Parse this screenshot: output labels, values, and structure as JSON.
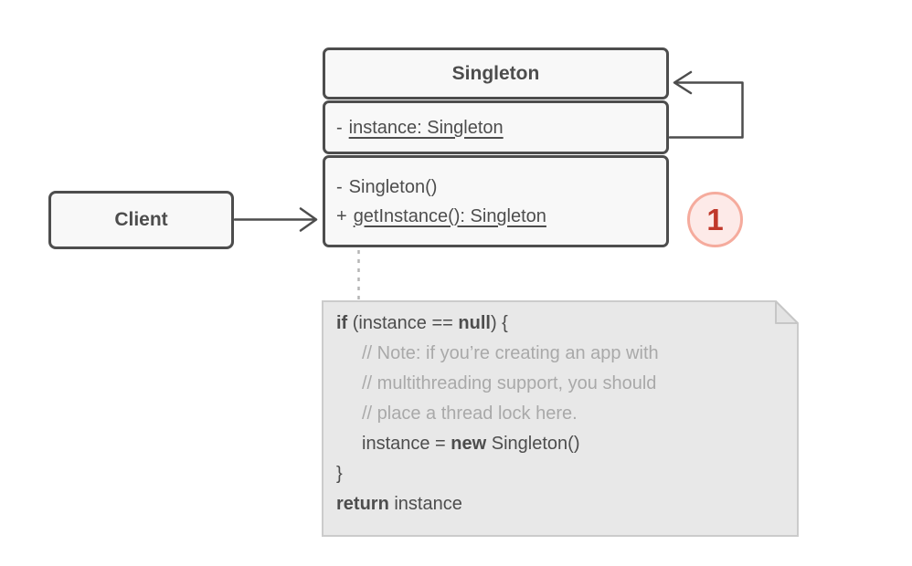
{
  "colors": {
    "ink": "#4d4d4d",
    "box_fill": "#f8f8f8",
    "page_bg": "#ffffff",
    "note_bg": "#e8e8e8",
    "note_border": "#cbcbcb",
    "comment_text": "#a9a9a9",
    "badge_bg": "#fdeae8",
    "badge_border": "#f5ab9d",
    "badge_text": "#c0392b",
    "connector_dash": "#b5b5b5"
  },
  "client": {
    "label": "Client"
  },
  "singleton": {
    "title": "Singleton",
    "fields": [
      {
        "prefix": "-",
        "name": "instance: Singleton"
      }
    ],
    "methods": [
      {
        "prefix": "-",
        "name": "Singleton()"
      },
      {
        "prefix": "+",
        "name": "getInstance(): Singleton"
      }
    ]
  },
  "badge": {
    "label": "1"
  },
  "note": {
    "l1": [
      "if",
      " (instance == ",
      "null",
      ") {"
    ],
    "l2": "// Note: if you’re creating an app with",
    "l3": "// multithreading support, you should",
    "l4": "// place a thread lock here.",
    "l5": [
      "instance = ",
      "new",
      " Singleton()"
    ],
    "l6": "}",
    "l7": [
      "return",
      " instance"
    ]
  }
}
